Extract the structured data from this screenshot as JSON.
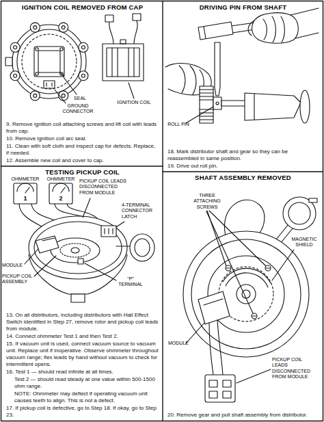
{
  "diagram": {
    "nodes": [
      {
        "text": [
          "IGNITION COIL REMOVED FROM CAP",
          "9. Remove ignition coil attaching screws and lift coil with leads from cap.",
          "10. Remove ignition coil arc seal.",
          "11. Clean with soft cloth and inspect cap for defects. Replace, if needed.",
          "12. Assemble new coil and cover to cap."
        ]
      },
      {
        "text": [
          "DRIVING PIN FROM SHAFT",
          "18. Mark distributor shaft and gear so they can be reassembled in same position.",
          "19. Drive out roll pin."
        ]
      },
      {
        "text": [
          "TESTING PICKUP COIL",
          "13. On all distributors, including distributors with Hall Effect Switch identified in Step 27, remove rotor and pickup coil leads from module.",
          "14. Connect ohmmeter Test 1 and then Test 2.",
          "15. If vacuum unit is used, connect vacuum source to vacuum unit. Replace unit if inoperative. Observe ohmmeter throughout vacuum range; flex leads by hand without vacuum to check for intermittent opens.",
          "16. Test 1 — should read infinite at all times.",
          "Test 2 — should read steady at one value within 500-1500 ohm range.",
          "NOTE: Ohmmeter may deflect if operating vacuum unit causes teeth to align. This is not a defect.",
          "17. If pickup coil is defective, go to Step 18. If okay, go to Step 23."
        ]
      },
      {
        "text": [
          "SHAFT ASSEMBLY REMOVED",
          "20. Remove gear and pull shaft assembly from distributor."
        ]
      }
    ],
    "labels": [
      "SEAL",
      "GROUND CONNECTOR",
      "IGNITION COIL",
      "ROLL PIN",
      "OHMMETER",
      "OHMMETER",
      "1",
      "2",
      "PICKUP COIL LEADS DISCONNECTED FROM MODULE",
      "4-TERMINAL CONNECTOR LATCH",
      "MODULE",
      "PICKUP COIL ASSEMBLY",
      "\"P\" TERMINAL",
      "THREE ATTACHING SCREWS",
      "MAGNETIC SHIELD",
      "MODULE",
      "PICKUP COIL LEADS DISCONNECTED FROM MODULE"
    ]
  }
}
